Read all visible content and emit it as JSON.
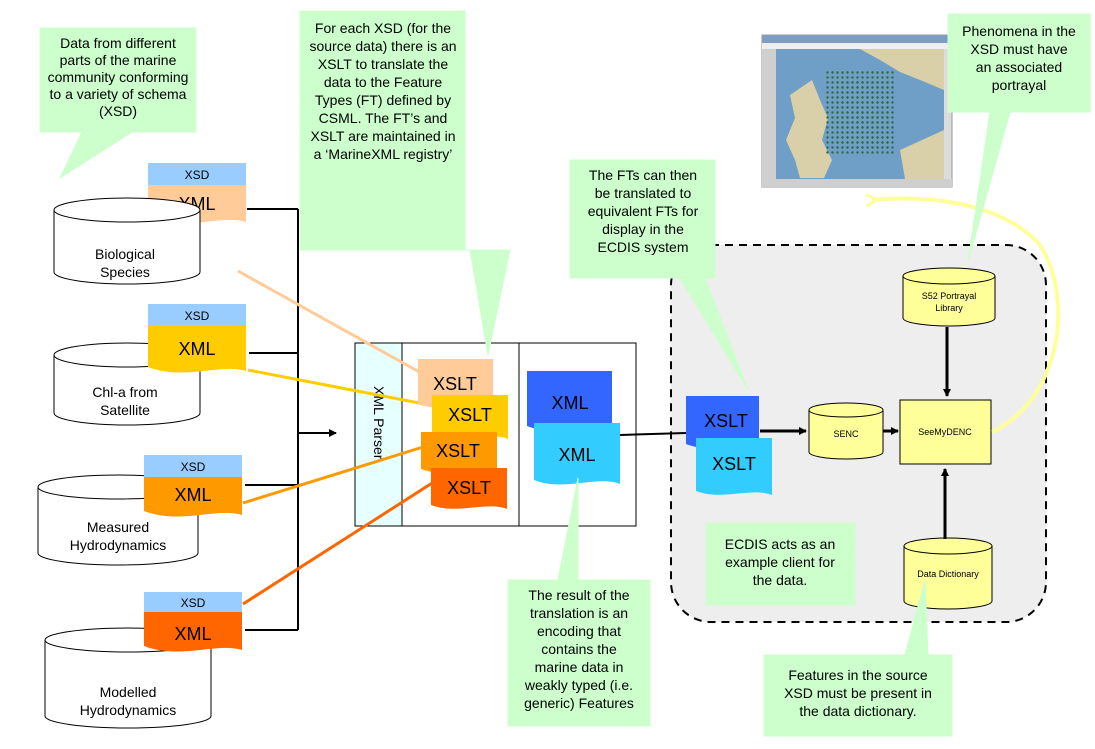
{
  "sources": [
    {
      "cylinder_label": [
        "Biological",
        "Species"
      ],
      "xsd": "XSD",
      "xml": "XML",
      "color": "#ffcc99"
    },
    {
      "cylinder_label": [
        "Chl-a from",
        "Satellite"
      ],
      "xsd": "XSD",
      "xml": "XML",
      "color": "#ffcc00"
    },
    {
      "cylinder_label": [
        "Measured",
        "Hydrodynamics"
      ],
      "xsd": "XSD",
      "xml": "XML",
      "color": "#ff9900"
    },
    {
      "cylinder_label": [
        "Modelled",
        "Hydrodynamics"
      ],
      "xsd": "XSD",
      "xml": "XML",
      "color": "#ff6600"
    }
  ],
  "xsd_header_color": "#99ccff",
  "parser_label": "XML Parser",
  "xslt_cards": [
    {
      "label": "XSLT",
      "color": "#ffcc99"
    },
    {
      "label": "XSLT",
      "color": "#ffcc00"
    },
    {
      "label": "XSLT",
      "color": "#ff9900"
    },
    {
      "label": "XSLT",
      "color": "#ff6600"
    }
  ],
  "output_docs": [
    {
      "label": "XML",
      "color": "#3366ff"
    },
    {
      "label": "XML",
      "color": "#33ccff"
    }
  ],
  "ecdis": {
    "xslt_docs": [
      {
        "label": "XSLT",
        "color": "#3366ff"
      },
      {
        "label": "XSLT",
        "color": "#33ccff"
      }
    ],
    "senc": "SENC",
    "seemydenc": "SeeMyDENC",
    "portrayal_library": [
      "S52 Portrayal",
      "Library"
    ],
    "data_dictionary": "Data Dictionary",
    "region_color": "#eeeeee",
    "node_color": "#ffff99"
  },
  "callouts": {
    "data_sources": [
      "Data from different",
      "parts of the marine",
      "community conforming",
      "to a variety of schema",
      "(XSD)"
    ],
    "xslt_registry": [
      "For each XSD (for the",
      "source data) there is an",
      "XSLT to translate the",
      "data to the Feature",
      "Types (FT) defined by",
      "CSML. The FT’s and",
      "XSLT are maintained in",
      "a ‘MarineXML registry’"
    ],
    "ft_translation": [
      "The FTs can then",
      "be translated to",
      "equivalent FTs for",
      "display in the",
      "ECDIS system"
    ],
    "portrayal": [
      "Phenomena in the",
      "XSD must have",
      "an associated",
      "portrayal"
    ],
    "result": [
      "The result of the",
      "translation is an",
      "encoding that",
      "contains the",
      "marine data in",
      "weakly typed (i.e.",
      "generic) Features"
    ],
    "ecdis_client": [
      "ECDIS acts as an",
      "example client for",
      "the data."
    ],
    "dictionary": [
      "Features in the source",
      "XSD must be present in",
      "the data dictionary."
    ],
    "fill_color": "#ccffcc"
  }
}
